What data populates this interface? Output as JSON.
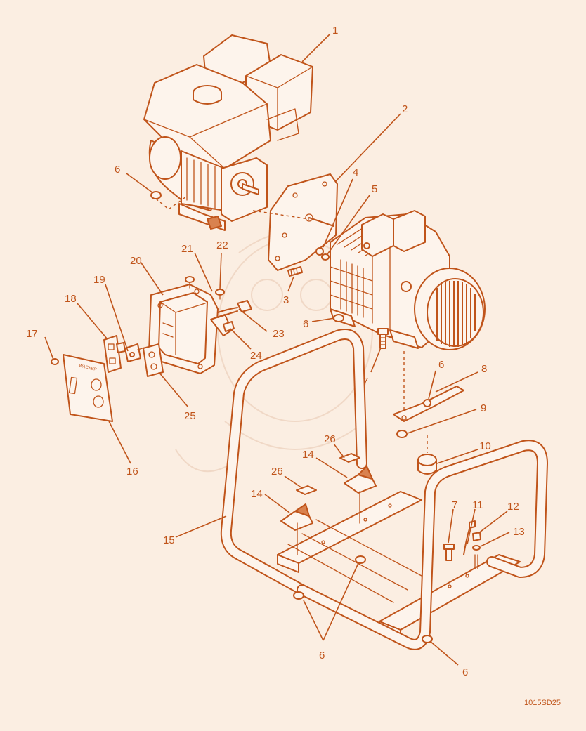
{
  "callouts": [
    {
      "id": "1",
      "label": "1"
    },
    {
      "id": "2",
      "label": "2"
    },
    {
      "id": "3",
      "label": "3"
    },
    {
      "id": "4",
      "label": "4"
    },
    {
      "id": "5",
      "label": "5"
    },
    {
      "id": "6a",
      "label": "6"
    },
    {
      "id": "6b",
      "label": "6"
    },
    {
      "id": "6c",
      "label": "6"
    },
    {
      "id": "6d",
      "label": "6"
    },
    {
      "id": "6e",
      "label": "6"
    },
    {
      "id": "7a",
      "label": "7"
    },
    {
      "id": "7b",
      "label": "7"
    },
    {
      "id": "8",
      "label": "8"
    },
    {
      "id": "9",
      "label": "9"
    },
    {
      "id": "10",
      "label": "10"
    },
    {
      "id": "11",
      "label": "11"
    },
    {
      "id": "12",
      "label": "12"
    },
    {
      "id": "13",
      "label": "13"
    },
    {
      "id": "14a",
      "label": "14"
    },
    {
      "id": "14b",
      "label": "14"
    },
    {
      "id": "15",
      "label": "15"
    },
    {
      "id": "16",
      "label": "16"
    },
    {
      "id": "17",
      "label": "17"
    },
    {
      "id": "18",
      "label": "18"
    },
    {
      "id": "19",
      "label": "19"
    },
    {
      "id": "20",
      "label": "20"
    },
    {
      "id": "21",
      "label": "21"
    },
    {
      "id": "22",
      "label": "22"
    },
    {
      "id": "23",
      "label": "23"
    },
    {
      "id": "24",
      "label": "24"
    },
    {
      "id": "25",
      "label": "25"
    },
    {
      "id": "26a",
      "label": "26"
    },
    {
      "id": "26b",
      "label": "26"
    }
  ],
  "drawing_code": "1015SD25",
  "plate_brand": "WACKER",
  "colors": {
    "line": "#c0541a",
    "background": "#fbeee2",
    "part_fill": "#fdf4ec"
  }
}
